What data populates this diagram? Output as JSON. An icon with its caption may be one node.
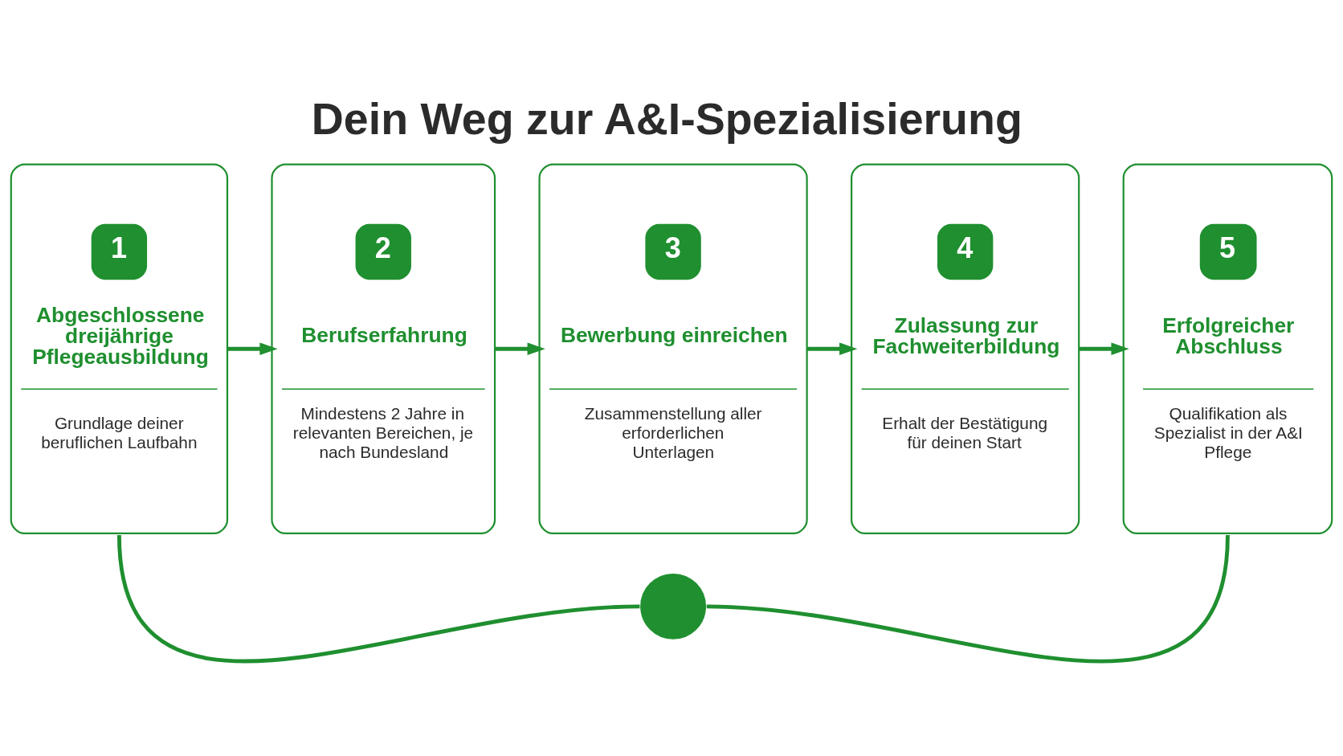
{
  "diagram": {
    "title": "Dein Weg zur A&I-Spezialisierung",
    "nodes": [
      {
        "text": [
          "1",
          "Abgeschlossene dreijährige Pflegeausbildung",
          "Grundlage deiner beruflichen Laufbahn"
        ]
      },
      {
        "text": [
          "2",
          "Berufserfahrung",
          "Mindestens 2 Jahre in relevanten Bereichen, je nach Bundesland"
        ]
      },
      {
        "text": [
          "3",
          "Bewerbung einreichen",
          "Zusammenstellung aller erforderlichen Unterlagen"
        ]
      },
      {
        "text": [
          "4",
          "Zulassung zur Fachweiterbildung",
          "Erhalt der Bestätigung für deinen Start"
        ]
      },
      {
        "text": [
          "5",
          "Erfolgreicher Abschluss",
          "Qualifikation als Spezialist in der A&I Pflege"
        ]
      },
      {
        "text": [],
        "shape": "circle"
      }
    ],
    "edges": [
      {
        "from": 0,
        "to": 1,
        "arrow": "to"
      },
      {
        "from": 1,
        "to": 2,
        "arrow": "to"
      },
      {
        "from": 2,
        "to": 3,
        "arrow": "to"
      },
      {
        "from": 3,
        "to": 4,
        "arrow": "to"
      },
      {
        "from": 0,
        "to": 5,
        "arrow": "none"
      },
      {
        "from": 5,
        "to": 4,
        "arrow": "none"
      }
    ]
  }
}
